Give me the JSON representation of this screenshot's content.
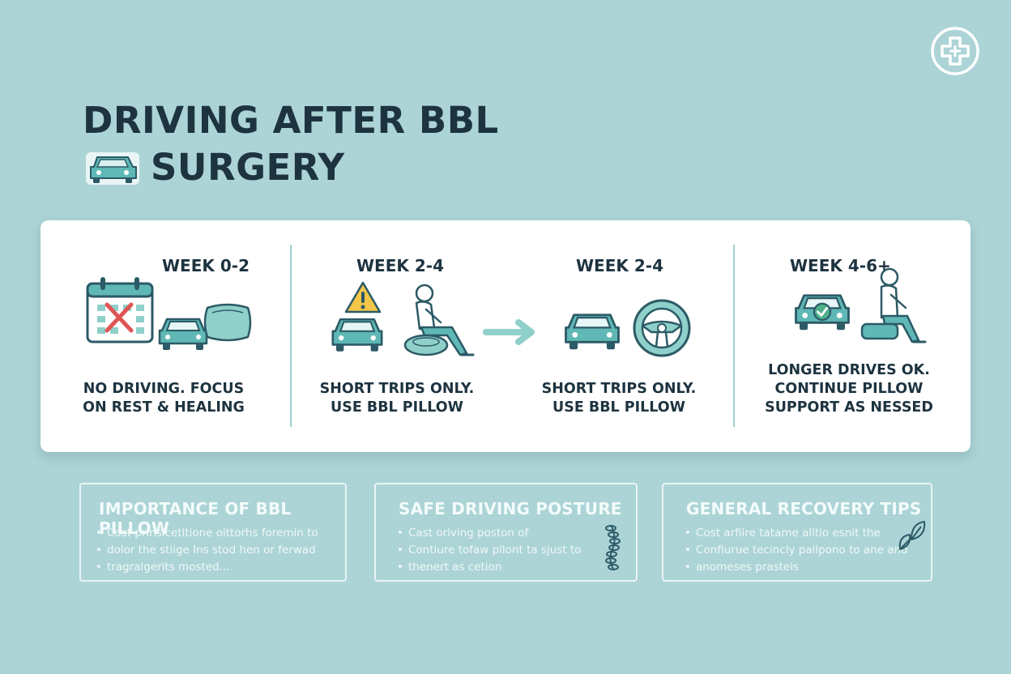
{
  "title": {
    "line1": "DRIVING AFTER BBL",
    "line2": "SURGERY"
  },
  "timeline": [
    {
      "week": "WEEK 0-2",
      "line1": "NO DRIVING. FOCUS",
      "line2": "ON REST & HEALING",
      "line3": ""
    },
    {
      "week": "WEEK 2-4",
      "line1": "SHORT TRIPS ONLY.",
      "line2": "USE BBL PILLOW",
      "line3": ""
    },
    {
      "week": "WEEK 2-4",
      "line1": "SHORT TRIPS ONLY.",
      "line2": "USE BBL PILLOW",
      "line3": ""
    },
    {
      "week": "WEEK 4-6+",
      "line1": "LONGER DRIVES OK.",
      "line2": "CONTINUE PILLOW",
      "line3": "SUPPORT AS NESSED"
    }
  ],
  "cards": [
    {
      "title": "IMPORTANCE OF BBL PILLOW",
      "b1": "Cost prinsicetltione oittorhs foremin to",
      "b1b": "dolor the stiige Ins stod hen or ferwad",
      "b1c": "tragralgerits mosted...",
      "b2": ""
    },
    {
      "title": "SAFE DRIVING POSTURE",
      "b1": "Cast oriving poston of",
      "b2": "Contiure tofaw pllont ta sjust to",
      "b2b": "thenert as cetion"
    },
    {
      "title": "GENERAL RECOVERY TIPS",
      "b1": "Cost arfiire tatame alltio esnit the",
      "b2": "Confiurue tecincly pallpono to ane and",
      "b2b": "anomeses prastels"
    }
  ],
  "colors": {
    "background": "#acd4d6",
    "teal": "#5fb8b5",
    "dark": "#1d3340",
    "red": "#e05555",
    "warning": "#f3c64a"
  },
  "icons": [
    "medical-cross-logo",
    "car-icon",
    "calendar-x-icon",
    "pillow-icon",
    "warning-icon",
    "person-on-pillow-icon",
    "arrow-right-icon",
    "steering-wheel-icon",
    "car-check-icon",
    "spine-icon",
    "leaf-icon"
  ]
}
